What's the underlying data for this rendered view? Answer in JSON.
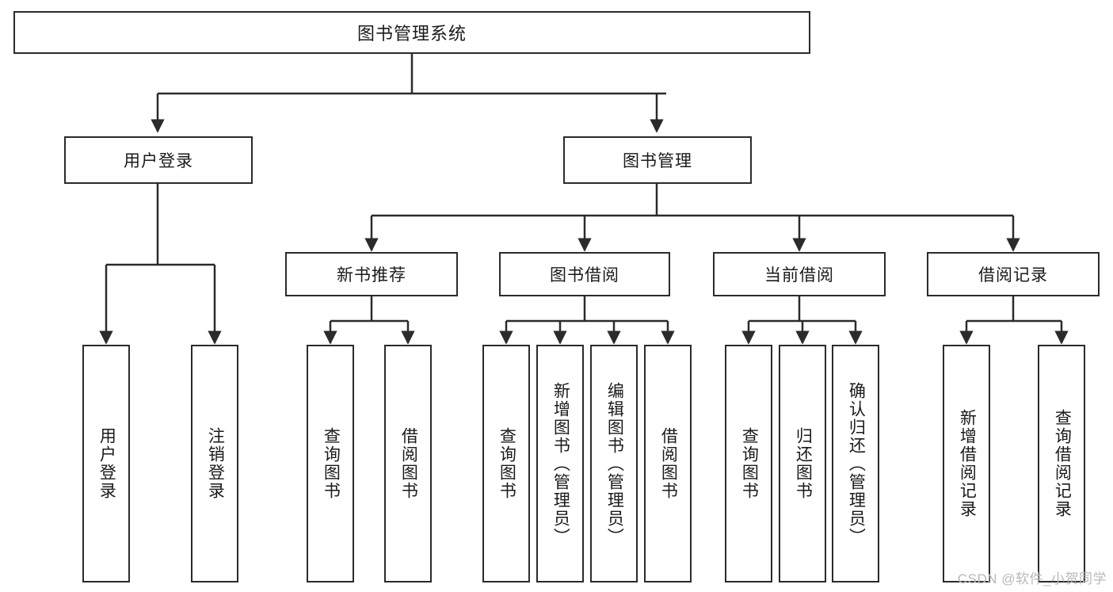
{
  "diagram": {
    "title": "图书管理系统",
    "type": "tree-hierarchy-diagram",
    "colors": {
      "box_border": "#2b2b2b",
      "box_fill": "#ffffff",
      "connector": "#2b2b2b",
      "text": "#1a1a1a",
      "watermark": "#b8b8b8"
    },
    "root": {
      "label": "图书管理系统"
    },
    "level2": [
      {
        "label": "用户登录"
      },
      {
        "label": "图书管理"
      }
    ],
    "level3": [
      {
        "label": "新书推荐"
      },
      {
        "label": "图书借阅"
      },
      {
        "label": "当前借阅"
      },
      {
        "label": "借阅记录"
      }
    ],
    "leaves": {
      "user_login": [
        {
          "label": "用户登录"
        },
        {
          "label": "注销登录"
        }
      ],
      "new_book_recommend": [
        {
          "label": "查询图书"
        },
        {
          "label": "借阅图书"
        }
      ],
      "book_borrow": [
        {
          "label": "查询图书"
        },
        {
          "label": "新增图书（管理员）"
        },
        {
          "label": "编辑图书（管理员）"
        },
        {
          "label": "借阅图书"
        }
      ],
      "current_borrow": [
        {
          "label": "查询图书"
        },
        {
          "label": "归还图书"
        },
        {
          "label": "确认归还（管理员）"
        }
      ],
      "borrow_record": [
        {
          "label": "新增借阅记录"
        },
        {
          "label": "查询借阅记录"
        }
      ]
    },
    "watermark": "CSDN @软件_小贺同学"
  }
}
